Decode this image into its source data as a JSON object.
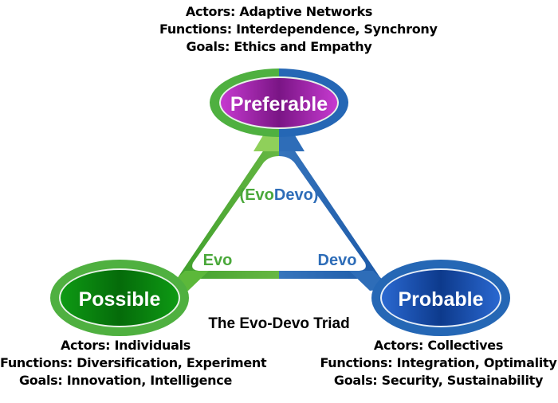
{
  "diagram": {
    "title": "The Evo-Devo Triad",
    "center_label": {
      "paren_open": "(",
      "evo": "Evo",
      "devo": "Devo",
      "paren_close": ")"
    },
    "edge_labels": {
      "left": "Evo",
      "right": "Devo"
    },
    "nodes": {
      "top": {
        "label": "Preferable",
        "fill_color": "#9b1fa8",
        "actors": "Actors: Adaptive Networks",
        "functions": "Functions: Interdependence, Synchrony",
        "goals": "Goals: Ethics and Empathy"
      },
      "left": {
        "label": "Possible",
        "fill_color": "#0a8a12",
        "actors": "Actors: Individuals",
        "functions": "Functions: Diversification, Experiment",
        "goals": "Goals: Innovation, Intelligence"
      },
      "right": {
        "label": "Probable",
        "fill_color": "#1a4fb0",
        "actors": "Actors: Collectives",
        "functions": "Functions: Integration, Optimality",
        "goals": "Goals: Security, Sustainability"
      }
    },
    "colors": {
      "evo_green": "#5cb83a",
      "devo_blue": "#2e6db8",
      "text": "#000000"
    }
  }
}
